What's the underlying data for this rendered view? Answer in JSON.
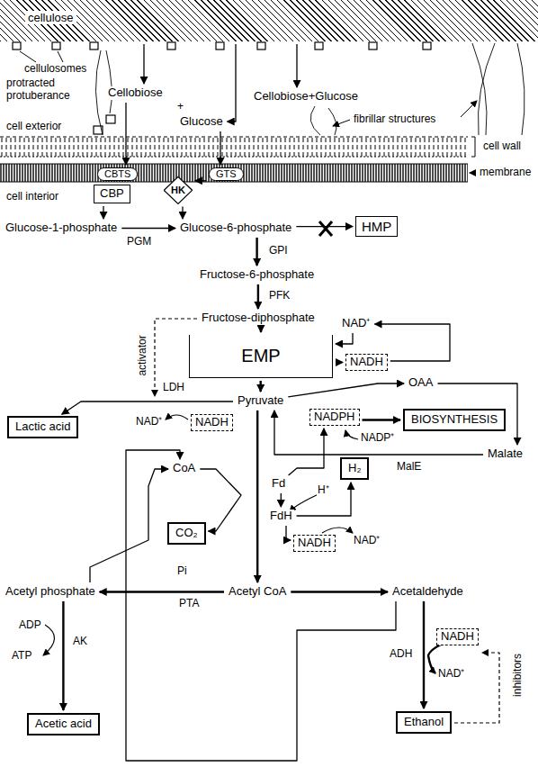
{
  "diagram": {
    "nodes": [
      {
        "text": [
          "cellulose"
        ]
      },
      {
        "text": [
          "Cellobiose+Glucose"
        ]
      },
      {
        "text": [
          "Cellobiose"
        ]
      },
      {
        "text": [
          "Glucose"
        ]
      },
      {
        "text": [
          "CBTS"
        ]
      },
      {
        "text": [
          "GTS"
        ]
      },
      {
        "text": [
          "CBP"
        ]
      },
      {
        "text": [
          "HK"
        ]
      },
      {
        "text": [
          "Glucose-1-phosphate"
        ]
      },
      {
        "text": [
          "Glucose-6-phosphate"
        ]
      },
      {
        "text": [
          "HMP"
        ]
      },
      {
        "text": [
          "Fructose-6-phosphate"
        ]
      },
      {
        "text": [
          "Fructose-diphosphate"
        ]
      },
      {
        "text": [
          "EMP"
        ]
      },
      {
        "text": [
          "NAD⁺"
        ]
      },
      {
        "text": [
          "NADH"
        ]
      },
      {
        "text": [
          "OAA"
        ]
      },
      {
        "text": [
          "Lactic acid"
        ]
      },
      {
        "text": [
          "NADH"
        ]
      },
      {
        "text": [
          "Pyruvate"
        ]
      },
      {
        "text": [
          "NADPH"
        ]
      },
      {
        "text": [
          "BIOSYNTHESIS"
        ]
      },
      {
        "text": [
          "Malate"
        ]
      },
      {
        "text": [
          "CoA"
        ]
      },
      {
        "text": [
          "Fd"
        ]
      },
      {
        "text": [
          "H₂"
        ]
      },
      {
        "text": [
          "CO₂"
        ]
      },
      {
        "text": [
          "FdH"
        ]
      },
      {
        "text": [
          "NADH"
        ]
      },
      {
        "text": [
          "Acetyl phosphate"
        ]
      },
      {
        "text": [
          "Acetyl CoA"
        ]
      },
      {
        "text": [
          "Acetaldehyde"
        ]
      },
      {
        "text": [
          "NADH"
        ]
      },
      {
        "text": [
          "Acetic acid"
        ]
      },
      {
        "text": [
          "Ethanol"
        ]
      }
    ],
    "edges": [
      {
        "from": 0,
        "to": 2,
        "arrow": "to"
      },
      {
        "from": 0,
        "to": 3,
        "arrow": "to"
      },
      {
        "from": 0,
        "to": 1,
        "arrow": "to"
      },
      {
        "from": 2,
        "to": 4,
        "arrow": "to"
      },
      {
        "from": 3,
        "to": 5,
        "arrow": "to"
      },
      {
        "from": 5,
        "to": 7,
        "arrow": "to"
      },
      {
        "from": 6,
        "to": 8,
        "arrow": "to"
      },
      {
        "from": 7,
        "to": 9,
        "arrow": "to"
      },
      {
        "from": 8,
        "to": 9,
        "label": "PGM",
        "arrow": "to"
      },
      {
        "from": 9,
        "to": 10,
        "arrow": "to"
      },
      {
        "from": 9,
        "to": 11,
        "label": "GPI",
        "arrow": "to"
      },
      {
        "from": 11,
        "to": 12,
        "label": "PFK",
        "arrow": "to"
      },
      {
        "from": 12,
        "to": 13,
        "arrow": "to"
      },
      {
        "from": 14,
        "to": 13,
        "arrow": "to"
      },
      {
        "from": 13,
        "to": 15,
        "arrow": "to"
      },
      {
        "from": 15,
        "to": 14,
        "arrow": "to"
      },
      {
        "from": 13,
        "to": 19,
        "arrow": "to"
      },
      {
        "from": 19,
        "to": 17,
        "label": "LDH",
        "arrow": "to"
      },
      {
        "from": 19,
        "to": 16,
        "arrow": "to"
      },
      {
        "from": 16,
        "to": 22,
        "arrow": "to"
      },
      {
        "from": 22,
        "to": 19,
        "label": "MalE",
        "arrow": "to"
      },
      {
        "from": 20,
        "to": 21,
        "arrow": "to"
      },
      {
        "from": 19,
        "to": 30,
        "arrow": "to"
      },
      {
        "from": 23,
        "to": 26,
        "arrow": "to"
      },
      {
        "from": 24,
        "to": 27,
        "arrow": "to"
      },
      {
        "from": 27,
        "to": 25,
        "arrow": "to"
      },
      {
        "from": 24,
        "to": 20,
        "arrow": "to"
      },
      {
        "from": 27,
        "to": 28,
        "arrow": "to"
      },
      {
        "from": 30,
        "to": 29,
        "label": "PTA",
        "arrow": "to"
      },
      {
        "from": 29,
        "to": 33,
        "label": "AK",
        "arrow": "to"
      },
      {
        "from": 29,
        "to": 23,
        "arrow": "to"
      },
      {
        "from": 30,
        "to": 31,
        "arrow": "to"
      },
      {
        "from": 31,
        "to": 34,
        "label": "ADH",
        "arrow": "to"
      },
      {
        "from": 31,
        "to": 23,
        "arrow": "to"
      }
    ],
    "labels": [
      "cellulosomes",
      "protracted protuberance",
      "cell exterior",
      "fibrillar structures",
      "cell wall",
      "membrane",
      "cell interior",
      "+",
      "activator",
      "NAD⁺",
      "NADP⁺",
      "H⁺",
      "NAD⁺",
      "Pi",
      "ADP",
      "ATP",
      "NAD⁺",
      "inhibitors"
    ]
  }
}
